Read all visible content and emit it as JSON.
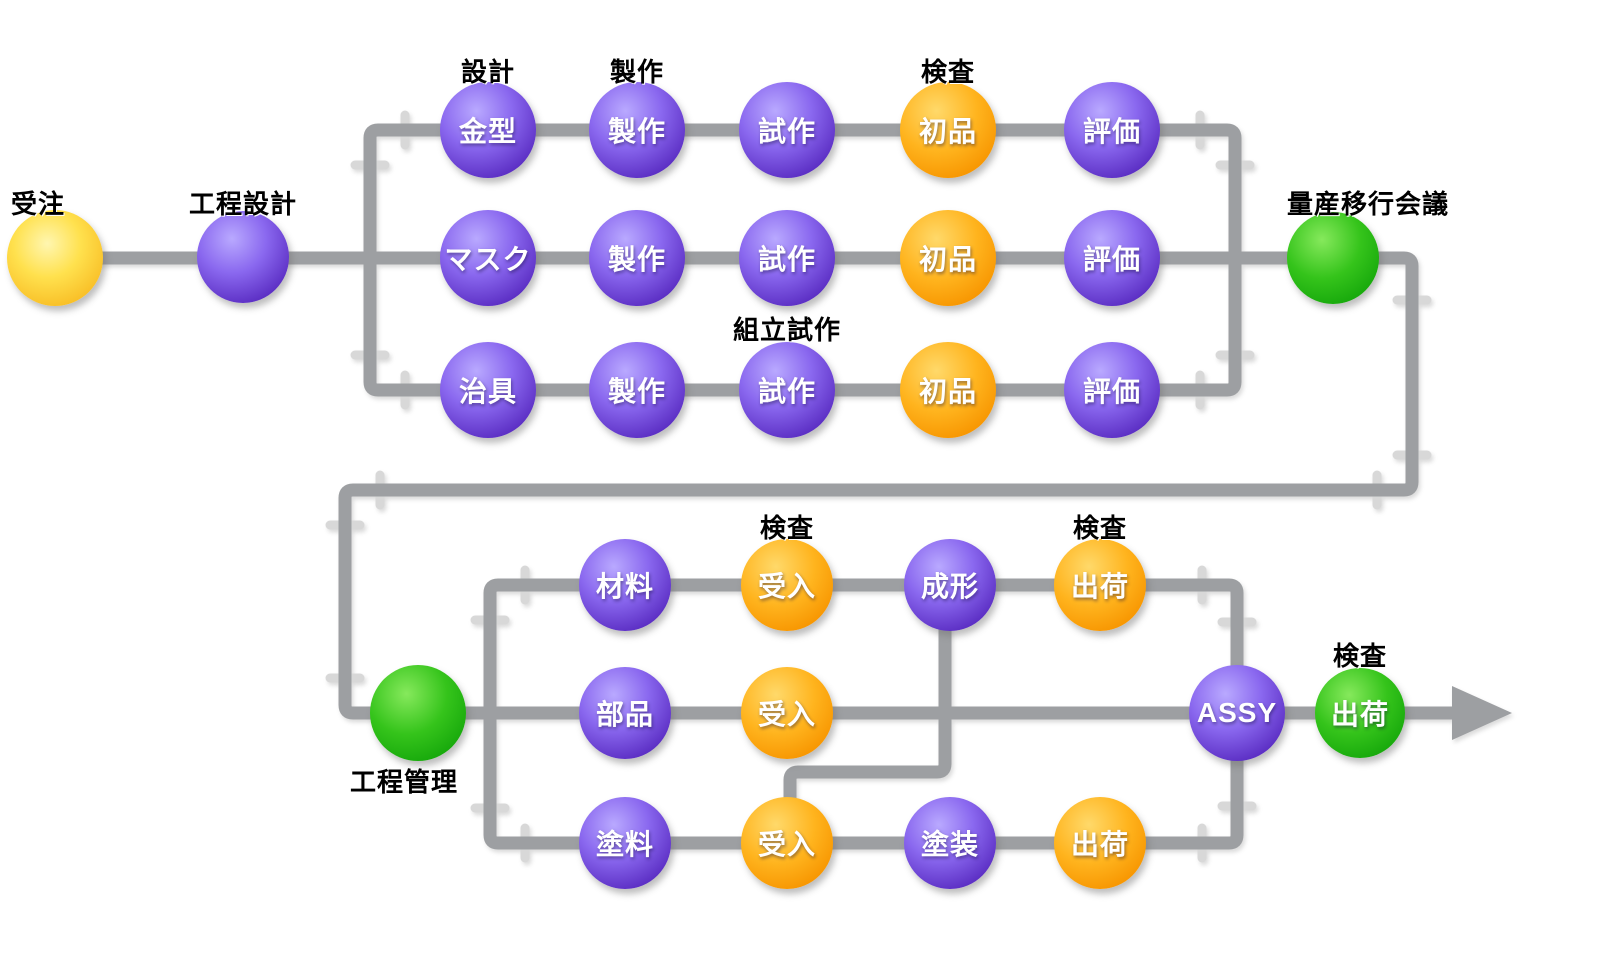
{
  "diagram": {
    "type": "process-flow",
    "language": "ja",
    "colors": {
      "process_purple": "#5c2fc4",
      "inspection_orange": "#f79500",
      "milestone_green": "#12a409",
      "order_yellow": "#ffd84d",
      "pipe_gray": "#9d9fa2",
      "joint_gray": "#d8d8d8",
      "background": "#ffffff"
    },
    "nodes": [
      {
        "id": "order",
        "text": "",
        "caption": "受注",
        "color": "yellow"
      },
      {
        "id": "process-design",
        "text": "",
        "caption": "工程設計",
        "color": "purple"
      },
      {
        "id": "mold",
        "text": "金型",
        "caption": "設計",
        "color": "purple"
      },
      {
        "id": "mold-make",
        "text": "製作",
        "caption": "製作",
        "color": "purple"
      },
      {
        "id": "mold-trial",
        "text": "試作",
        "caption": "",
        "color": "purple"
      },
      {
        "id": "mold-first-article",
        "text": "初品",
        "caption": "検査",
        "color": "orange"
      },
      {
        "id": "mold-evaluation",
        "text": "評価",
        "caption": "",
        "color": "purple"
      },
      {
        "id": "mask",
        "text": "マスク",
        "caption": "",
        "color": "purple"
      },
      {
        "id": "mask-make",
        "text": "製作",
        "caption": "",
        "color": "purple"
      },
      {
        "id": "mask-trial",
        "text": "試作",
        "caption": "",
        "color": "purple"
      },
      {
        "id": "mask-first-article",
        "text": "初品",
        "caption": "",
        "color": "orange"
      },
      {
        "id": "mask-evaluation",
        "text": "評価",
        "caption": "",
        "color": "purple"
      },
      {
        "id": "jig",
        "text": "治具",
        "caption": "",
        "color": "purple"
      },
      {
        "id": "jig-make",
        "text": "製作",
        "caption": "",
        "color": "purple"
      },
      {
        "id": "jig-trial",
        "text": "試作",
        "caption": "組立試作",
        "color": "purple"
      },
      {
        "id": "jig-first-article",
        "text": "初品",
        "caption": "",
        "color": "orange"
      },
      {
        "id": "jig-evaluation",
        "text": "評価",
        "caption": "",
        "color": "purple"
      },
      {
        "id": "mass-production-meeting",
        "text": "",
        "caption": "量産移行会議",
        "color": "green"
      },
      {
        "id": "process-control",
        "text": "",
        "caption": "工程管理",
        "color": "green"
      },
      {
        "id": "material",
        "text": "材料",
        "caption": "",
        "color": "purple"
      },
      {
        "id": "material-receiving",
        "text": "受入",
        "caption": "検査",
        "color": "orange"
      },
      {
        "id": "molding",
        "text": "成形",
        "caption": "",
        "color": "purple"
      },
      {
        "id": "molding-shipping",
        "text": "出荷",
        "caption": "検査",
        "color": "orange"
      },
      {
        "id": "parts",
        "text": "部品",
        "caption": "",
        "color": "purple"
      },
      {
        "id": "parts-receiving",
        "text": "受入",
        "caption": "",
        "color": "orange"
      },
      {
        "id": "assy",
        "text": "ASSY",
        "caption": "",
        "color": "purple"
      },
      {
        "id": "final-shipping",
        "text": "出荷",
        "caption": "検査",
        "color": "green"
      },
      {
        "id": "paint",
        "text": "塗料",
        "caption": "",
        "color": "purple"
      },
      {
        "id": "paint-receiving",
        "text": "受入",
        "caption": "",
        "color": "orange"
      },
      {
        "id": "painting",
        "text": "塗装",
        "caption": "",
        "color": "purple"
      },
      {
        "id": "painting-shipping",
        "text": "出荷",
        "caption": "",
        "color": "orange"
      }
    ]
  }
}
